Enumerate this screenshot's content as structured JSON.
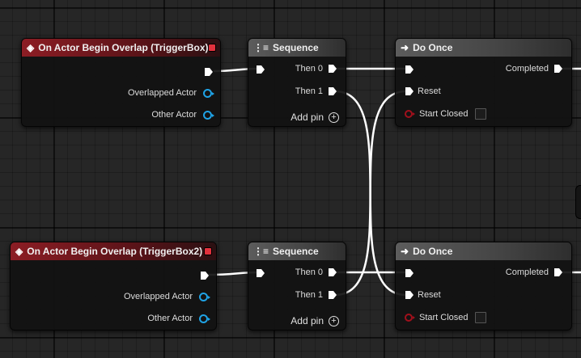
{
  "graph": {
    "nodes": [
      {
        "id": "event1",
        "kind": "event",
        "icon": "event-diamond-icon",
        "title": "On Actor Begin Overlap (TriggerBox)",
        "pins": [
          "Overlapped Actor",
          "Other Actor"
        ]
      },
      {
        "id": "sequence1",
        "kind": "sequence",
        "icon": "sequence-icon",
        "title": "Sequence",
        "outputs": [
          "Then 0",
          "Then 1"
        ],
        "add_pin": "Add pin"
      },
      {
        "id": "doonce1",
        "kind": "doonce",
        "icon": "arrow-right-icon",
        "title": "Do Once",
        "reset": "Reset",
        "start_closed": "Start Closed",
        "completed": "Completed"
      },
      {
        "id": "event2",
        "kind": "event",
        "icon": "event-diamond-icon",
        "title": "On Actor Begin Overlap (TriggerBox2)",
        "pins": [
          "Overlapped Actor",
          "Other Actor"
        ]
      },
      {
        "id": "sequence2",
        "kind": "sequence",
        "icon": "sequence-icon",
        "title": "Sequence",
        "outputs": [
          "Then 0",
          "Then 1"
        ],
        "add_pin": "Add pin"
      },
      {
        "id": "doonce2",
        "kind": "doonce",
        "icon": "arrow-right-icon",
        "title": "Do Once",
        "reset": "Reset",
        "start_closed": "Start Closed",
        "completed": "Completed"
      }
    ],
    "colors": {
      "event_header": "#8c1d24",
      "flow_header": "#5c5c5c",
      "object_pin": "#1fa3e6",
      "bool_pin": "#a1101c",
      "delegate_pin": "#e1313d",
      "exec_pin": "#ffffff",
      "wire": "#ffffff"
    }
  }
}
